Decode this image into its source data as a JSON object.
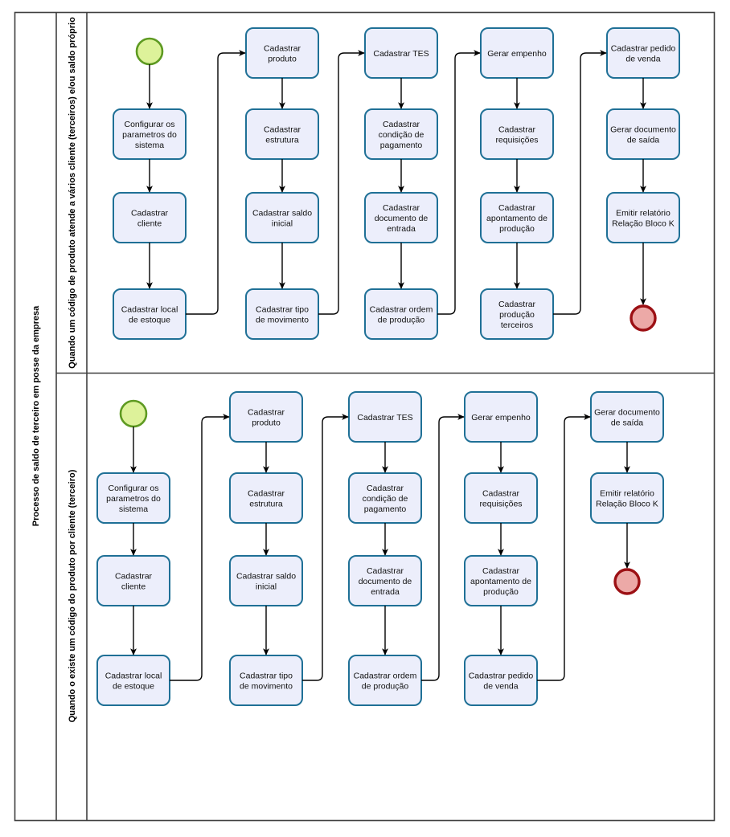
{
  "diagram": {
    "type": "bpmn-flowchart",
    "pool_label": "Processo de saldo de terceiro em posse da empresa",
    "lanes": [
      {
        "id": "lane1",
        "label": "Quando um código de produto atende a vários cliente (terceiros) e/ou saldo próprio",
        "start_event": "start-event",
        "end_event": "end-event",
        "columns": [
          {
            "id": "l1c1",
            "nodes": [
              "Configurar os parametros do sistema",
              "Cadastrar cliente",
              "Cadastrar local de estoque"
            ]
          },
          {
            "id": "l1c2",
            "nodes": [
              "Cadastrar produto",
              "Cadastrar estrutura",
              "Cadastrar saldo inicial",
              "Cadastrar tipo de movimento"
            ]
          },
          {
            "id": "l1c3",
            "nodes": [
              "Cadastrar TES",
              "Cadastrar condição de pagamento",
              "Cadastrar documento de entrada",
              "Cadastrar ordem de produção"
            ]
          },
          {
            "id": "l1c4",
            "nodes": [
              "Gerar empenho",
              "Cadastrar requisições",
              "Cadastrar apontamento de produção",
              "Cadastrar produção terceiros"
            ]
          },
          {
            "id": "l1c5",
            "nodes": [
              "Cadastrar pedido de venda",
              "Gerar documento de saída",
              "Emitir relatório Relação Bloco K"
            ]
          }
        ]
      },
      {
        "id": "lane2",
        "label": "Quando o existe um código do produto por cliente (terceiro)",
        "start_event": "start-event",
        "end_event": "end-event",
        "columns": [
          {
            "id": "l2c1",
            "nodes": [
              "Configurar os parametros do sistema",
              "Cadastrar cliente",
              "Cadastrar local de estoque"
            ]
          },
          {
            "id": "l2c2",
            "nodes": [
              "Cadastrar produto",
              "Cadastrar estrutura",
              "Cadastrar saldo inicial",
              "Cadastrar tipo de movimento"
            ]
          },
          {
            "id": "l2c3",
            "nodes": [
              "Cadastrar TES",
              "Cadastrar condição de pagamento",
              "Cadastrar documento de entrada",
              "Cadastrar ordem de produção"
            ]
          },
          {
            "id": "l2c4",
            "nodes": [
              "Gerar empenho",
              "Cadastrar requisições",
              "Cadastrar apontamento de produção",
              "Cadastrar pedido de venda"
            ]
          },
          {
            "id": "l2c5",
            "nodes": [
              "Gerar documento de saída",
              "Emitir relatório Relação Bloco K"
            ]
          }
        ]
      }
    ],
    "colors": {
      "task_fill": "#eceefb",
      "task_border": "#1f7096",
      "start_fill": "#ddf29a",
      "start_border": "#5e9a22",
      "end_fill": "#eca9a7",
      "end_border": "#9c1014",
      "frame": "#3f3f3f",
      "flow": "#000000"
    }
  }
}
